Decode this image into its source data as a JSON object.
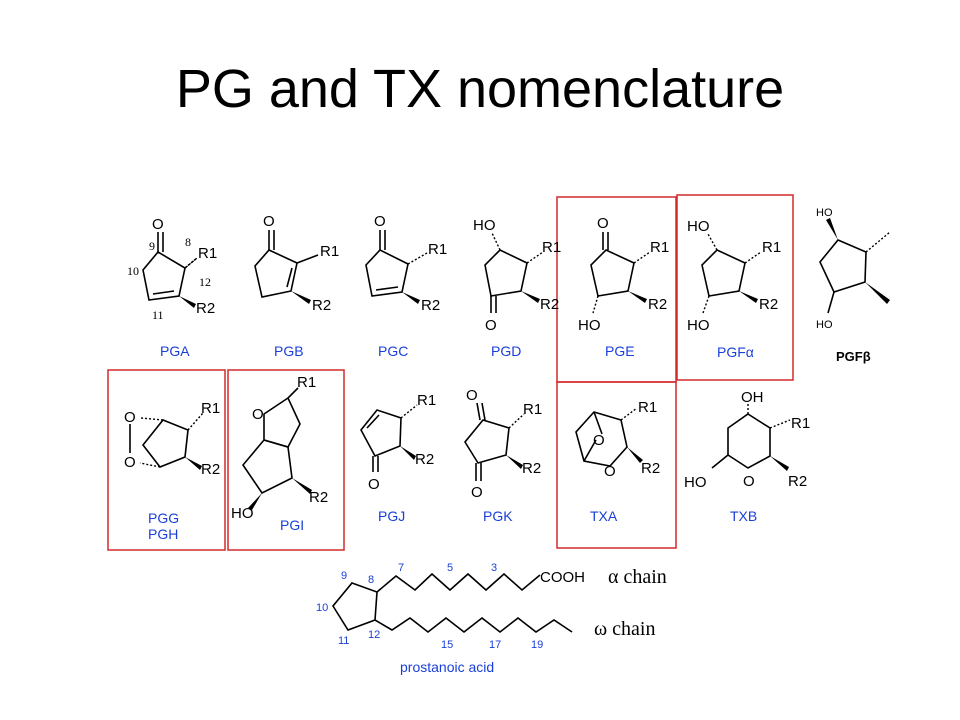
{
  "slide": {
    "title": "PG and TX nomenclature"
  },
  "compounds": {
    "pga": "PGA",
    "pgb": "PGB",
    "pgc": "PGC",
    "pgd": "PGD",
    "pge": "PGE",
    "pgf_alpha": "PGFα",
    "pgf_beta": "PGFβ",
    "pgg": "PGG",
    "pgh": "PGH",
    "pgi": "PGI",
    "pgj": "PGJ",
    "pgk": "PGK",
    "txa": "TXA",
    "txb": "TXB",
    "prostanoic": "prostanoic acid"
  },
  "atoms": {
    "o": "O",
    "ho": "HO",
    "oh": "OH",
    "r1": "R1",
    "r2": "R2",
    "cooh": "COOH"
  },
  "ring_numbers": {
    "n8": "8",
    "n9": "9",
    "n10": "10",
    "n11": "11",
    "n12": "12"
  },
  "prostanoic_numbers": {
    "n3": "3",
    "n5": "5",
    "n7": "7",
    "n8": "8",
    "n9": "9",
    "n10": "10",
    "n11": "11",
    "n12": "12",
    "n15": "15",
    "n17": "17",
    "n19": "19"
  },
  "chains": {
    "alpha": "α chain",
    "omega": "ω chain"
  },
  "colors": {
    "highlight_box": "#d42a2a",
    "label_blue": "#1a3fd8",
    "bond": "#000000"
  }
}
